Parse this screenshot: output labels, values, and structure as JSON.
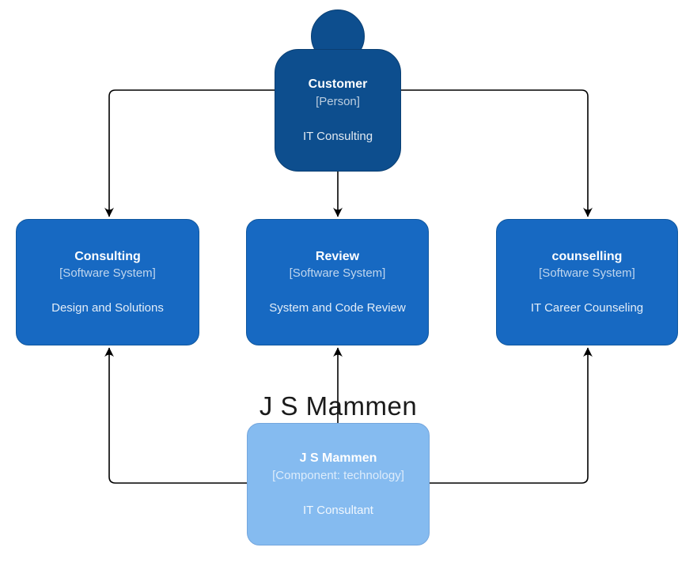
{
  "diagram_title": "J S Mammen",
  "person": {
    "name": "Customer",
    "meta": "[Person]",
    "description": "IT Consulting"
  },
  "systems": [
    {
      "name": "Consulting",
      "meta": "[Software System]",
      "description": "Design and Solutions"
    },
    {
      "name": "Review",
      "meta": "[Software System]",
      "description": "System and Code Review"
    },
    {
      "name": "counselling",
      "meta": "[Software System]",
      "description": "IT Career Counseling"
    }
  ],
  "component": {
    "name": "J S Mammen",
    "meta": "[Component: technology]",
    "description": "IT Consultant"
  },
  "colors": {
    "canvas-bg": "#ffffff",
    "person-fill": "#0d4e8e",
    "person-border": "#0a3f73",
    "system-fill": "#1769c2",
    "system-border": "#10589f",
    "component-fill": "#85bbf0",
    "component-border": "#74a6dd",
    "edge": "#000000",
    "title-text": "#1b1b1b",
    "node-title-text": "#ffffff"
  }
}
